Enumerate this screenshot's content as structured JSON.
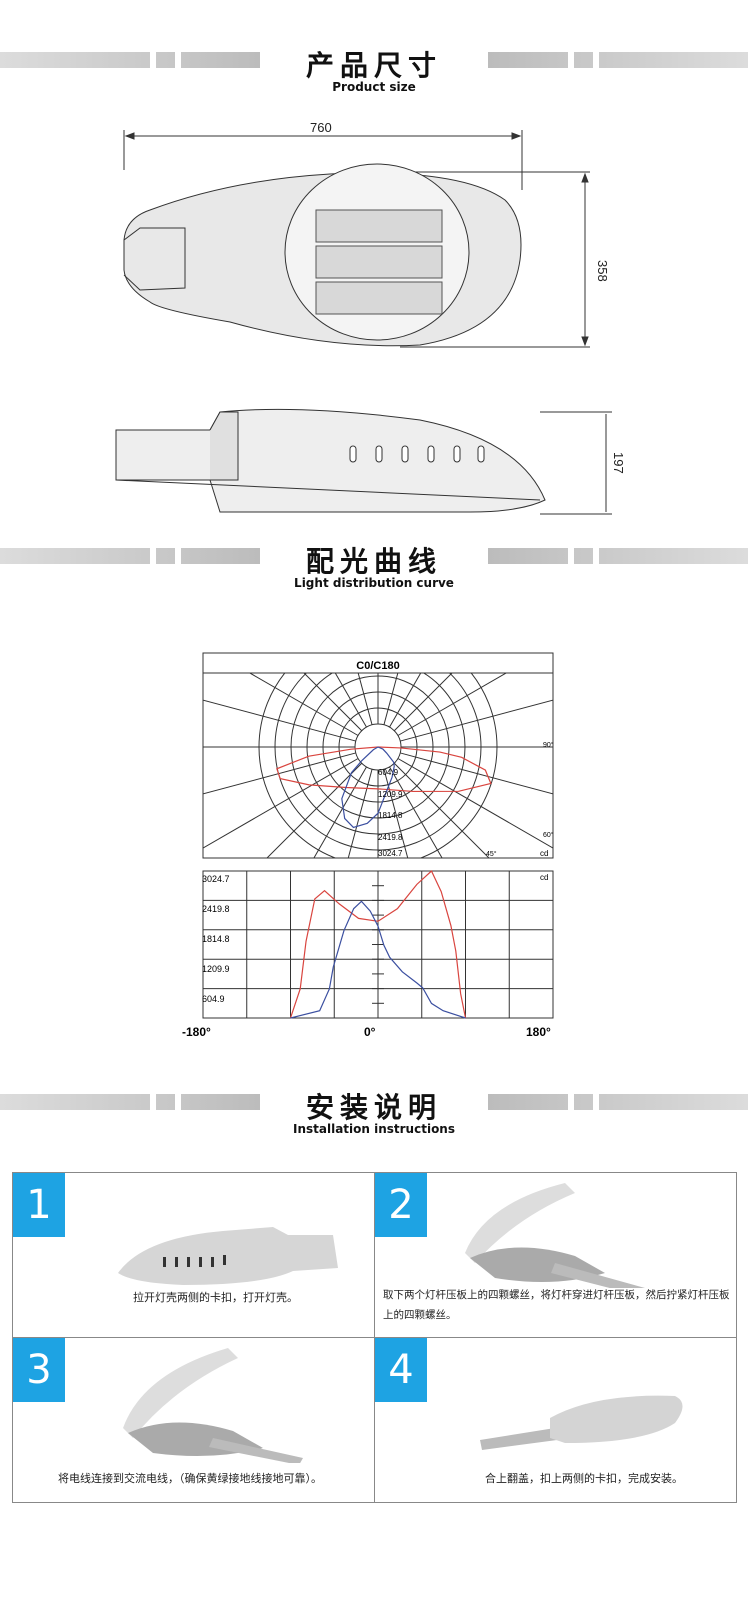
{
  "sections": [
    {
      "title": "产品尺寸",
      "subtitle": "Product size"
    },
    {
      "title": "配光曲线",
      "subtitle": "Light distribution curve"
    },
    {
      "title": "安装说明",
      "subtitle": "Installation instructions"
    }
  ],
  "dimensions": {
    "length": "760",
    "width": "358",
    "height": "197"
  },
  "polar": {
    "title": "C0/C180",
    "ring_labels": [
      "604.9",
      "1209.9",
      "1814.8",
      "2419.8",
      "3024.7"
    ],
    "angle_labels": [
      "90°",
      "60°",
      "45°"
    ],
    "unit": "cd"
  },
  "chart_data": {
    "type": "line",
    "xlabel": "",
    "ylabel": "",
    "unit": "cd",
    "xlim": [
      -180,
      180
    ],
    "ylim": [
      0,
      3024.7
    ],
    "x_tick_labels": [
      "-180°",
      "0°",
      "180°"
    ],
    "y_tick_labels": [
      "604.9",
      "1209.9",
      "1814.8",
      "2419.8",
      "3024.7"
    ],
    "grid": true,
    "series": [
      {
        "color": "#d9453f",
        "points": [
          [
            -90,
            0
          ],
          [
            -80,
            600
          ],
          [
            -74,
            1580
          ],
          [
            -65,
            2450
          ],
          [
            -55,
            2620
          ],
          [
            -40,
            2350
          ],
          [
            -20,
            2050
          ],
          [
            0,
            1990
          ],
          [
            20,
            2250
          ],
          [
            40,
            2750
          ],
          [
            55,
            3024
          ],
          [
            65,
            2600
          ],
          [
            75,
            1900
          ],
          [
            80,
            1380
          ],
          [
            85,
            500
          ],
          [
            90,
            0
          ]
        ]
      },
      {
        "color": "#3b4fa0",
        "points": [
          [
            -90,
            0
          ],
          [
            -60,
            150
          ],
          [
            -50,
            600
          ],
          [
            -46,
            1050
          ],
          [
            -35,
            1800
          ],
          [
            -25,
            2250
          ],
          [
            -17,
            2400
          ],
          [
            -8,
            2200
          ],
          [
            0,
            1890
          ],
          [
            6,
            1500
          ],
          [
            12,
            1250
          ],
          [
            25,
            950
          ],
          [
            40,
            720
          ],
          [
            46,
            620
          ],
          [
            55,
            300
          ],
          [
            67,
            150
          ],
          [
            90,
            0
          ]
        ]
      }
    ]
  },
  "steps": [
    {
      "number": "1",
      "text": "拉开灯壳两侧的卡扣，打开灯壳。"
    },
    {
      "number": "2",
      "text": "取下两个灯杆压板上的四颗螺丝，将灯杆穿进灯杆压板，然后拧紧灯杆压板上的四颗螺丝。"
    },
    {
      "number": "3",
      "text": "将电线连接到交流电线，（确保黄绿接地线接地可靠）。"
    },
    {
      "number": "4",
      "text": "合上翻盖，扣上两侧的卡扣，完成安装。"
    }
  ],
  "colors": {
    "accent": "#1ea3e3",
    "red_curve": "#d9453f",
    "blue_curve": "#3b4fa0"
  }
}
